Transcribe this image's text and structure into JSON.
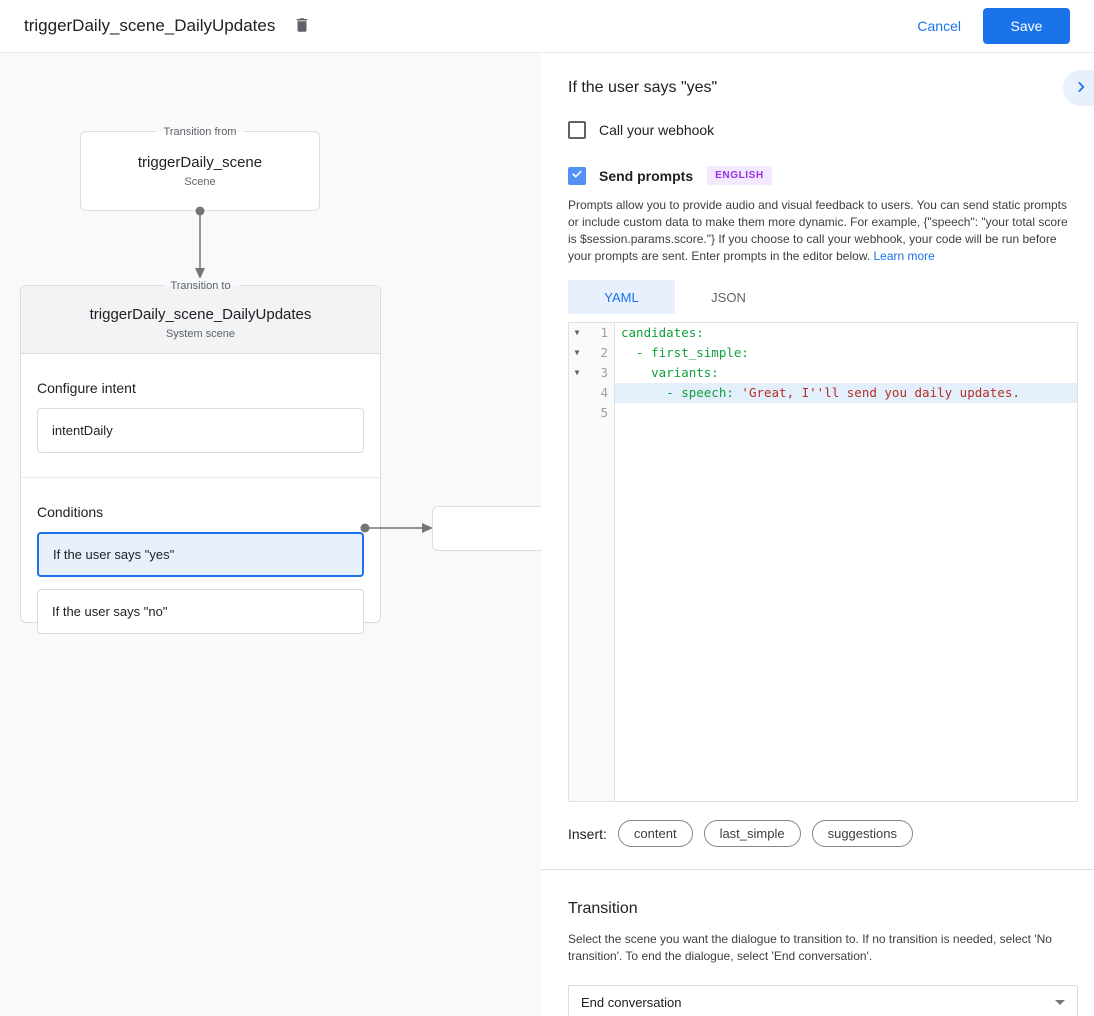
{
  "header": {
    "title": "triggerDaily_scene_DailyUpdates",
    "cancel_label": "Cancel",
    "save_label": "Save"
  },
  "flow": {
    "from_box": {
      "legend": "Transition from",
      "title": "triggerDaily_scene",
      "subtitle": "Scene"
    },
    "to_box": {
      "legend": "Transition to",
      "title": "triggerDaily_scene_DailyUpdates",
      "subtitle": "System scene"
    },
    "configure_intent": {
      "label": "Configure intent",
      "value": "intentDaily"
    },
    "conditions": {
      "label": "Conditions",
      "items": [
        {
          "label": "If the user says \"yes\"",
          "selected": true
        },
        {
          "label": "If the user says \"no\"",
          "selected": false
        }
      ]
    }
  },
  "panel": {
    "title": "If the user says \"yes\"",
    "webhook": {
      "label": "Call your webhook",
      "checked": false
    },
    "prompts": {
      "label": "Send prompts",
      "checked": true,
      "badge": "ENGLISH"
    },
    "description": "Prompts allow you to provide audio and visual feedback to users. You can send static prompts or include custom data to make them more dynamic. For example, {\"speech\": \"your total score is $session.params.score.\"} If you choose to call your webhook, your code will be run before your prompts are sent. Enter prompts in the editor below. ",
    "learn_more": "Learn more",
    "tabs": [
      {
        "label": "YAML",
        "active": true
      },
      {
        "label": "JSON",
        "active": false
      }
    ],
    "editor_lines": [
      {
        "number": 1,
        "fold": true,
        "highlight": false,
        "segments": [
          {
            "text": "candidates:",
            "style": "key"
          }
        ]
      },
      {
        "number": 2,
        "fold": true,
        "highlight": false,
        "segments": [
          {
            "text": "  - first_simple:",
            "style": "key"
          }
        ]
      },
      {
        "number": 3,
        "fold": true,
        "highlight": false,
        "segments": [
          {
            "text": "    variants:",
            "style": "key"
          }
        ]
      },
      {
        "number": 4,
        "fold": false,
        "highlight": true,
        "segments": [
          {
            "text": "      - speech: ",
            "style": "key"
          },
          {
            "text": "'Great, I''ll send you daily updates.",
            "style": "string"
          }
        ]
      },
      {
        "number": 5,
        "fold": false,
        "highlight": false,
        "segments": []
      }
    ],
    "insert": {
      "label": "Insert:",
      "chips": [
        "content",
        "last_simple",
        "suggestions"
      ]
    },
    "transition": {
      "title": "Transition",
      "description": "Select the scene you want the dialogue to transition to. If no transition is needed, select 'No transition'. To end the dialogue, select 'End conversation'.",
      "dropdown_value": "End conversation"
    }
  },
  "colors": {
    "accent": "#1a73e8",
    "selected_bg": "#e8f0fe",
    "checkbox_checked": "#5391f5",
    "badge_bg": "#f3e8fd",
    "badge_text": "#9334e6",
    "code_key": "#0fa03c",
    "code_string": "#b03027",
    "line_highlight": "#e3f0fb"
  }
}
